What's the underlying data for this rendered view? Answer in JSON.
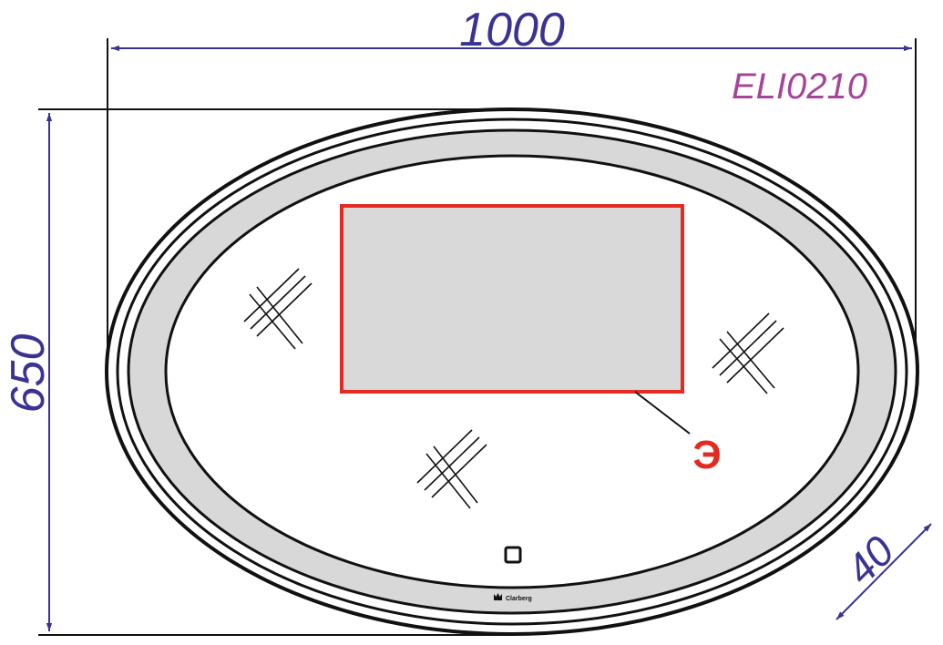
{
  "dimensions": {
    "width_label": "1000",
    "height_label": "650",
    "frame_label": "40"
  },
  "model": "ELI0210",
  "marker": "Э",
  "brand": "Clarberg",
  "colors": {
    "dimension": "#3a3391",
    "model": "#a6449a",
    "marker": "#e32b22",
    "outline": "#111111",
    "light_band": "#d8d8d8",
    "display_fill": "#d9d9d9",
    "display_border": "#e32b22"
  },
  "icons": [
    "sparkle-icon",
    "sparkle-icon",
    "sparkle-icon",
    "touch-sensor-icon",
    "clarberg-logo-icon"
  ]
}
